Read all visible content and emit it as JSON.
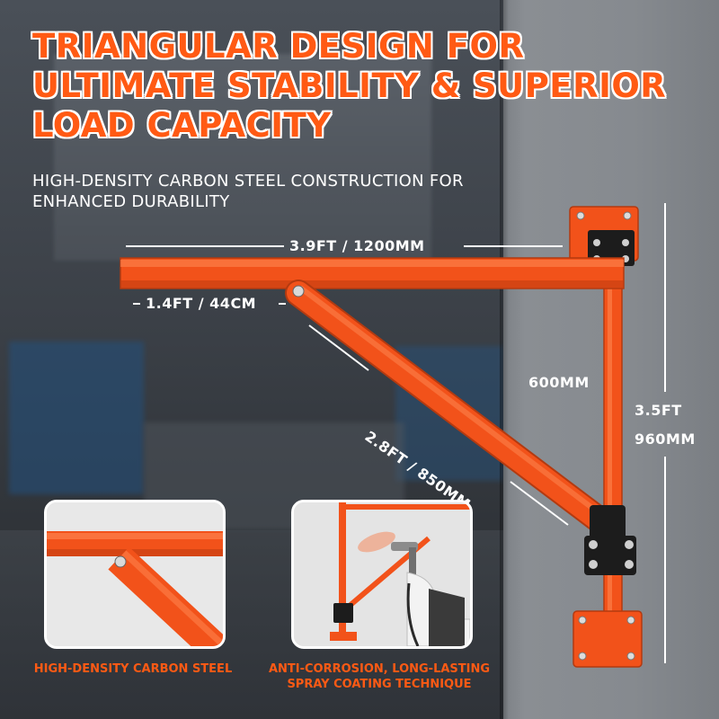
{
  "headline": "TRIANGULAR DESIGN FOR ULTIMATE STABILITY & SUPERIOR LOAD CAPACITY",
  "subheadline": "HIGH-DENSITY CARBON STEEL CONSTRUCTION FOR ENHANCED DURABILITY",
  "dimensions": {
    "top_arm": "3.9FT / 1200MM",
    "short_segment": "1.4FT / 44CM",
    "diagonal": "2.8FT / 850MM",
    "vertical_inner": "600MM",
    "vertical_total_ft": "3.5FT",
    "vertical_total_mm": "960MM"
  },
  "insets": [
    {
      "caption": "HIGH-DENSITY CARBON STEEL"
    },
    {
      "caption": "ANTI-CORROSION, LONG-LASTING SPRAY COATING TECHNIQUE"
    }
  ],
  "colors": {
    "accent": "#ff5a14",
    "steel_orange": "#f2521a",
    "text": "#ffffff",
    "wall": "#868a8f"
  }
}
